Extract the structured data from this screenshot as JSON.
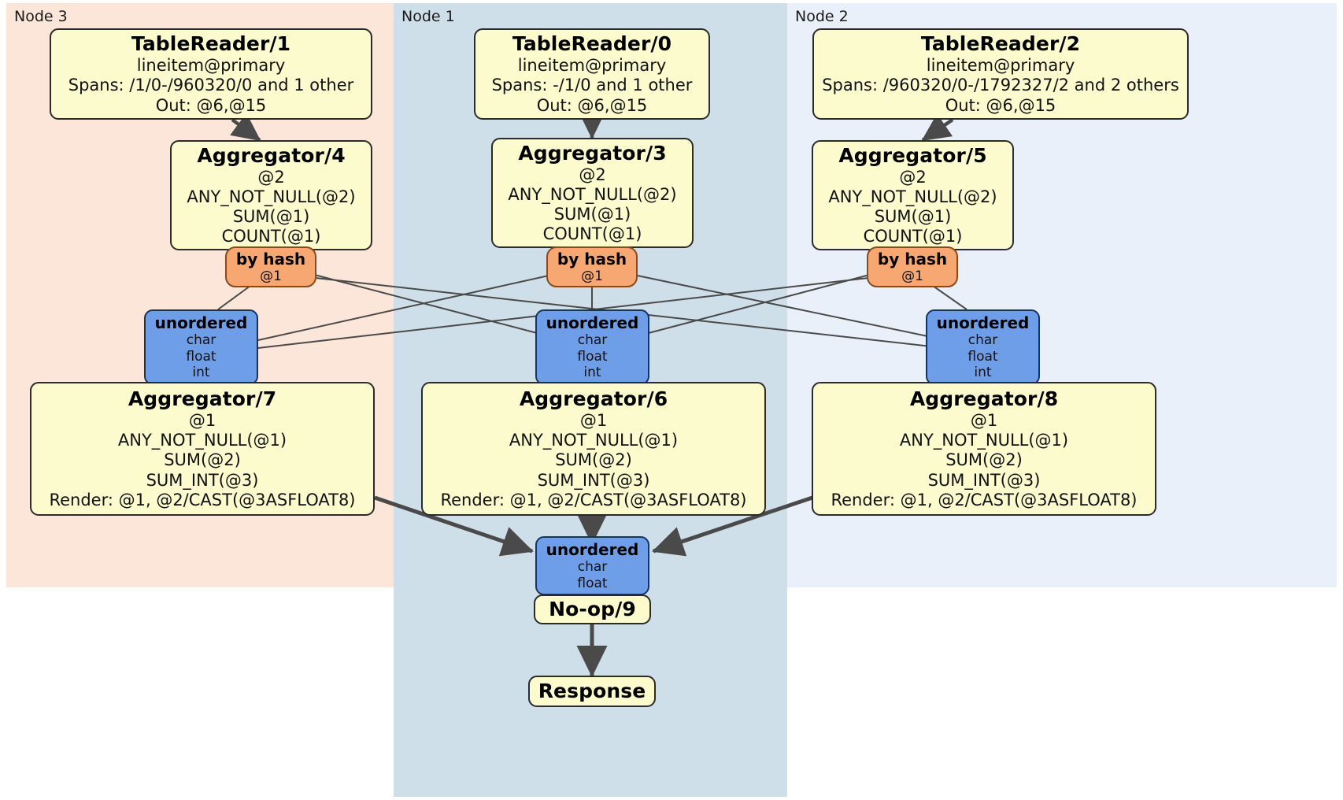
{
  "diagram": {
    "type": "distributed-query-plan",
    "colors": {
      "node3_panel": "#fce6d9",
      "node1_panel": "#cfdfe9",
      "node2_panel": "#eaf0f9",
      "processor_box": "#fbfbcd",
      "synchronizer_box": "#6f9ee8",
      "router_box": "#f6a772",
      "edge": "#4a4a4a"
    }
  },
  "panels": [
    {
      "id": "node3",
      "label": "Node 3"
    },
    {
      "id": "node1",
      "label": "Node 1"
    },
    {
      "id": "node2",
      "label": "Node 2"
    }
  ],
  "readers": {
    "tr1": {
      "title": "TableReader/1",
      "table": "lineitem@primary",
      "spans": "Spans: /1/0-/960320/0 and 1 other",
      "out": "Out: @6,@15"
    },
    "tr0": {
      "title": "TableReader/0",
      "table": "lineitem@primary",
      "spans": "Spans: -/1/0 and 1 other",
      "out": "Out: @6,@15"
    },
    "tr2": {
      "title": "TableReader/2",
      "table": "lineitem@primary",
      "spans": "Spans: /960320/0-/1792327/2 and 2 others",
      "out": "Out: @6,@15"
    }
  },
  "stage1_aggregators": {
    "agg4": {
      "title": "Aggregator/4",
      "group": "@2",
      "f1": "ANY_NOT_NULL(@2)",
      "f2": "SUM(@1)",
      "f3": "COUNT(@1)"
    },
    "agg3": {
      "title": "Aggregator/3",
      "group": "@2",
      "f1": "ANY_NOT_NULL(@2)",
      "f2": "SUM(@1)",
      "f3": "COUNT(@1)"
    },
    "agg5": {
      "title": "Aggregator/5",
      "group": "@2",
      "f1": "ANY_NOT_NULL(@2)",
      "f2": "SUM(@1)",
      "f3": "COUNT(@1)"
    }
  },
  "routers": {
    "r_left": {
      "title": "by hash",
      "column": "@1"
    },
    "r_mid": {
      "title": "by hash",
      "column": "@1"
    },
    "r_right": {
      "title": "by hash",
      "column": "@1"
    }
  },
  "synchronizers": {
    "s_left": {
      "title": "unordered",
      "types": [
        "char",
        "float",
        "int"
      ]
    },
    "s_mid": {
      "title": "unordered",
      "types": [
        "char",
        "float",
        "int"
      ]
    },
    "s_right": {
      "title": "unordered",
      "types": [
        "char",
        "float",
        "int"
      ]
    },
    "s_final": {
      "title": "unordered",
      "types": [
        "char",
        "float"
      ]
    }
  },
  "stage2_aggregators": {
    "agg7": {
      "title": "Aggregator/7",
      "group": "@1",
      "f1": "ANY_NOT_NULL(@1)",
      "f2": "SUM(@2)",
      "f3": "SUM_INT(@3)",
      "render": "Render: @1, @2/CAST(@3ASFLOAT8)"
    },
    "agg6": {
      "title": "Aggregator/6",
      "group": "@1",
      "f1": "ANY_NOT_NULL(@1)",
      "f2": "SUM(@2)",
      "f3": "SUM_INT(@3)",
      "render": "Render: @1, @2/CAST(@3ASFLOAT8)"
    },
    "agg8": {
      "title": "Aggregator/8",
      "group": "@1",
      "f1": "ANY_NOT_NULL(@1)",
      "f2": "SUM(@2)",
      "f3": "SUM_INT(@3)",
      "render": "Render: @1, @2/CAST(@3ASFLOAT8)"
    }
  },
  "output": {
    "noop": {
      "title": "No-op/9"
    },
    "response": {
      "title": "Response"
    }
  }
}
